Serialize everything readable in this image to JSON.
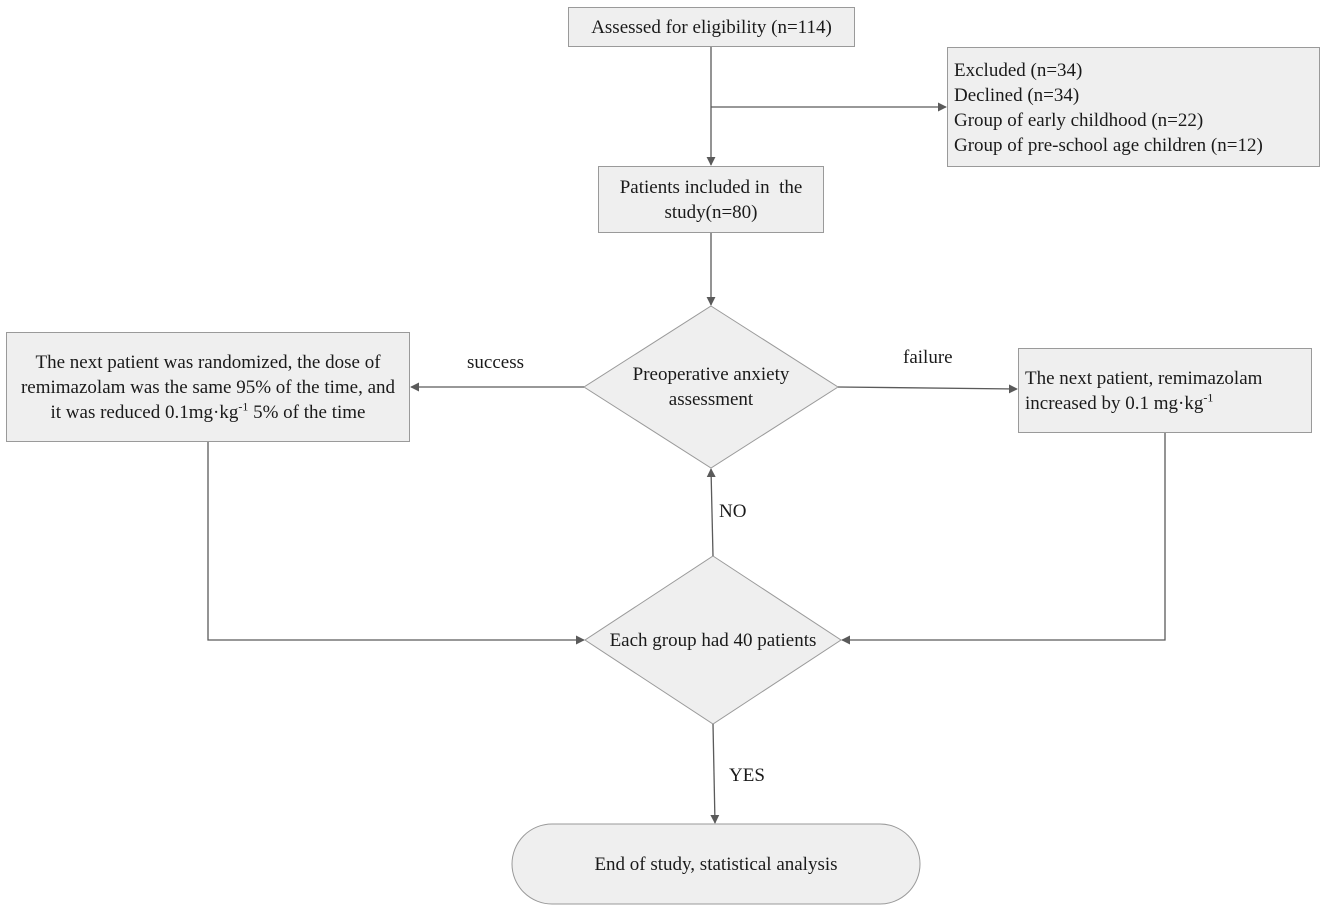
{
  "nodes": {
    "assessed": "Assessed for eligibility (n=114)",
    "excluded": {
      "lines": [
        "Excluded (n=34)",
        "Declined (n=34)",
        "Group of early childhood (n=22)",
        "Group of pre-school age children (n=12)"
      ]
    },
    "included": {
      "line1": "Patients included in  the",
      "line2": "study(n=80)"
    },
    "anxiety": {
      "line1": "Preoperative anxiety",
      "line2": "assessment"
    },
    "success_box": {
      "line1": "The next patient was randomized, the dose of",
      "line2": "remimazolam was the same 95% of the time, and",
      "line3_pre": "it was reduced 0.1mg·kg",
      "line3_sup": "-1",
      "line3_post": " 5% of the time"
    },
    "failure_box": {
      "line1": "The next patient, remimazolam",
      "line2_pre": "increased by 0.1 mg·kg",
      "line2_sup": "-1"
    },
    "each_group": "Each group had 40 patients",
    "end": "End of study, statistical analysis"
  },
  "edge_labels": {
    "success": "success",
    "failure": "failure",
    "no": "NO",
    "yes": "YES"
  },
  "colors": {
    "node_fill": "#efefef",
    "node_border": "#9a9a9a",
    "connector": "#5a5a5a"
  }
}
